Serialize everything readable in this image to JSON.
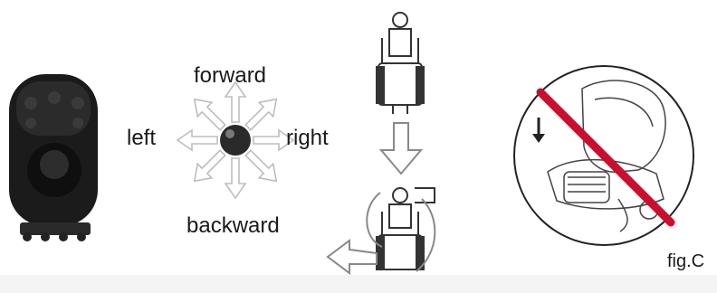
{
  "joystick": {
    "labels": {
      "forward": "forward",
      "left": "left",
      "right": "right",
      "backward": "backward"
    },
    "arrow_color": "#bdbdbd",
    "ball_color": "#2a2a2a"
  },
  "controller": {
    "body_color": "#1b1b1b"
  },
  "warning": {
    "figure_label": "fig.C",
    "slash_color": "#c8102e"
  }
}
